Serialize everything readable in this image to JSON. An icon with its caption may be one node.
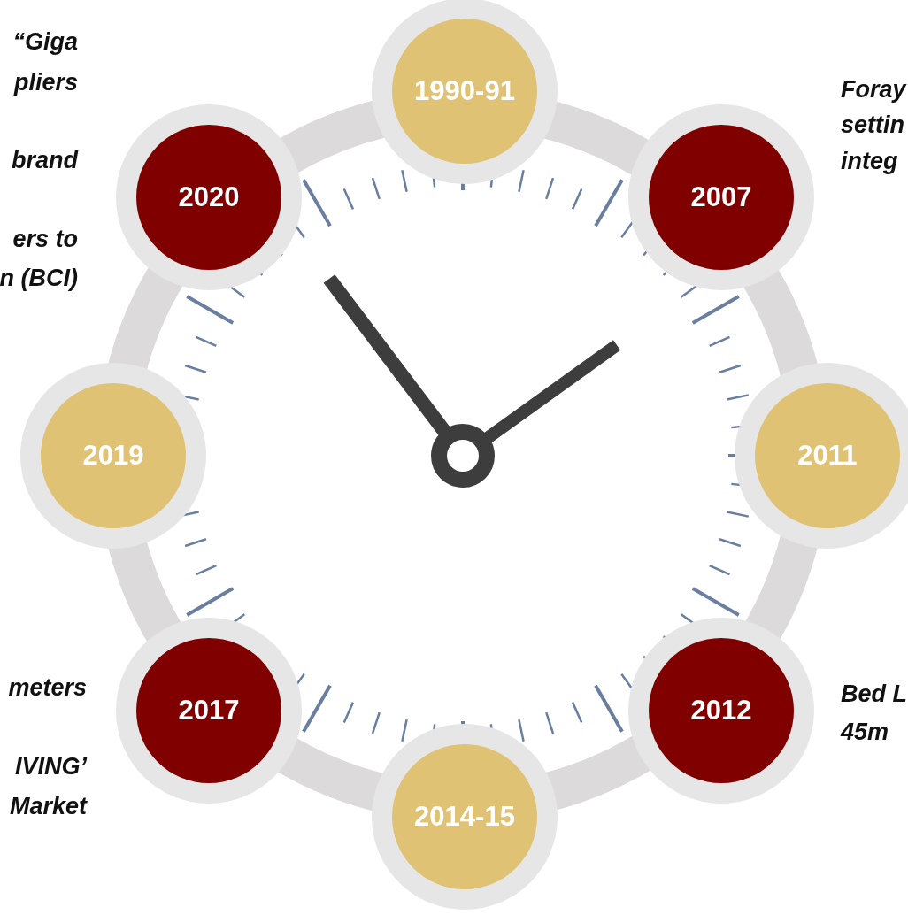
{
  "diagram": {
    "nodes": [
      {
        "text": [
          "1990-91"
        ]
      },
      {
        "text": [
          "2007"
        ]
      },
      {
        "text": [
          "2011"
        ]
      },
      {
        "text": [
          "2012"
        ]
      },
      {
        "text": [
          "2014-15"
        ]
      },
      {
        "text": [
          "2017"
        ]
      },
      {
        "text": [
          "2019"
        ]
      },
      {
        "text": [
          "2020"
        ]
      }
    ],
    "labels": [
      "“Giga",
      "pliers",
      "brand",
      "ers to",
      "n (BCI)",
      "Foray",
      "settin",
      "integ",
      "meters",
      "IVING’",
      "Market",
      "Bed L",
      "45m"
    ]
  }
}
